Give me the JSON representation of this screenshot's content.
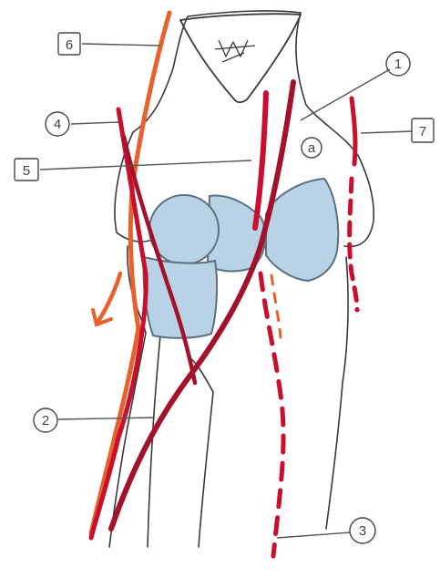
{
  "colors": {
    "outline": "#3a3a3a",
    "artery": "#c8102e",
    "dark_artery": "#a3122a",
    "orange": "#e8602c",
    "bone_fill": "#b9d3e6",
    "bone_edge": "#5c6f80",
    "label_line": "#555555"
  },
  "labels": {
    "l1": "1",
    "l2": "2",
    "l3": "3",
    "l4": "4",
    "l5": "5",
    "l6": "6",
    "l7": "7",
    "la": "a"
  }
}
